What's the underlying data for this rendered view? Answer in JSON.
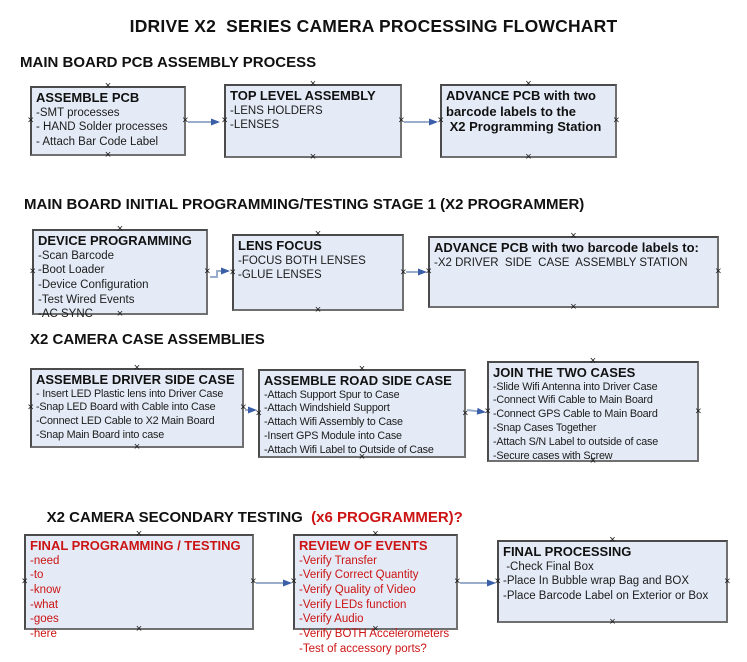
{
  "title": "IDRIVE X2  SERIES CAMERA PROCESSING FLOWCHART",
  "handle_glyph": "×",
  "colors": {
    "box_fill": "#e4ebf6",
    "box_border": "#4b4b4b",
    "arrow_line": "#9aadcb",
    "arrow_head": "#3a5ea8",
    "red": "#cc1414"
  },
  "sections": [
    {
      "heading": "MAIN BOARD PCB ASSEMBLY PROCESS"
    },
    {
      "heading": "MAIN BOARD INITIAL PROGRAMMING/TESTING STAGE 1 (X2 PROGRAMMER)"
    },
    {
      "heading": "X2 CAMERA CASE ASSEMBLIES"
    },
    {
      "heading": "X2 CAMERA SECONDARY TESTING  ",
      "heading_suffix": "(x6 PROGRAMMER)?"
    }
  ],
  "boxes": [
    {
      "title": "ASSEMBLE PCB",
      "items": [
        "-SMT processes",
        "- HAND Solder processes",
        "- Attach Bar Code Label"
      ]
    },
    {
      "title": "TOP LEVEL ASSEMBLY",
      "items": [
        "-LENS HOLDERS",
        "-LENSES"
      ]
    },
    {
      "title": "ADVANCE PCB with two\nbarcode labels to the\n X2 Programming Station",
      "items": []
    },
    {
      "title": "DEVICE PROGRAMMING",
      "items": [
        "-Scan Barcode",
        "-Boot Loader",
        "-Device Configuration",
        "-Test Wired Events",
        "-AC SYNC"
      ]
    },
    {
      "title": "LENS FOCUS",
      "items": [
        "-FOCUS BOTH LENSES",
        "-GLUE LENSES"
      ]
    },
    {
      "title": "ADVANCE PCB with two barcode labels to:",
      "items": [
        "-X2 DRIVER  SIDE  CASE  ASSEMBLY STATION"
      ]
    },
    {
      "title": "ASSEMBLE DRIVER SIDE CASE",
      "items": [
        "- Insert LED Plastic lens into Driver Case",
        "-Snap LED Board with Cable into Case",
        "-Connect LED Cable to X2 Main Board",
        "-Snap Main Board into case"
      ]
    },
    {
      "title": "ASSEMBLE ROAD SIDE CASE",
      "items": [
        "-Attach Support Spur to Case",
        "-Attach Windshield Support",
        "-Attach Wifi Assembly to Case",
        "-Insert GPS Module into Case",
        "-Attach Wifi Label to Outside of Case"
      ]
    },
    {
      "title": "JOIN THE TWO CASES",
      "items": [
        "-Slide Wifi Antenna into Driver Case",
        "-Connect Wifi Cable to Main Board",
        "-Connect GPS Cable to Main Board",
        "-Snap Cases Together",
        "-Attach S/N Label to outside of case",
        "-Secure cases with Screw"
      ]
    },
    {
      "title": "FINAL PROGRAMMING / TESTING",
      "items": [
        "-need",
        "-to",
        "-know",
        "-what",
        "-goes",
        "-here"
      ]
    },
    {
      "title": "REVIEW OF EVENTS",
      "items": [
        "-Verify Transfer",
        "-Verify Correct Quantity",
        "-Verify Quality of Video",
        "-Verify LEDs function",
        "-Verify Audio",
        "-Verify BOTH Accelerometers",
        "-Test of accessory ports?"
      ]
    },
    {
      "title": "FINAL PROCESSING",
      "items": [
        " -Check Final Box",
        "-Place In Bubble wrap Bag and BOX",
        "-Place Barcode Label on Exterior or Box"
      ]
    }
  ]
}
